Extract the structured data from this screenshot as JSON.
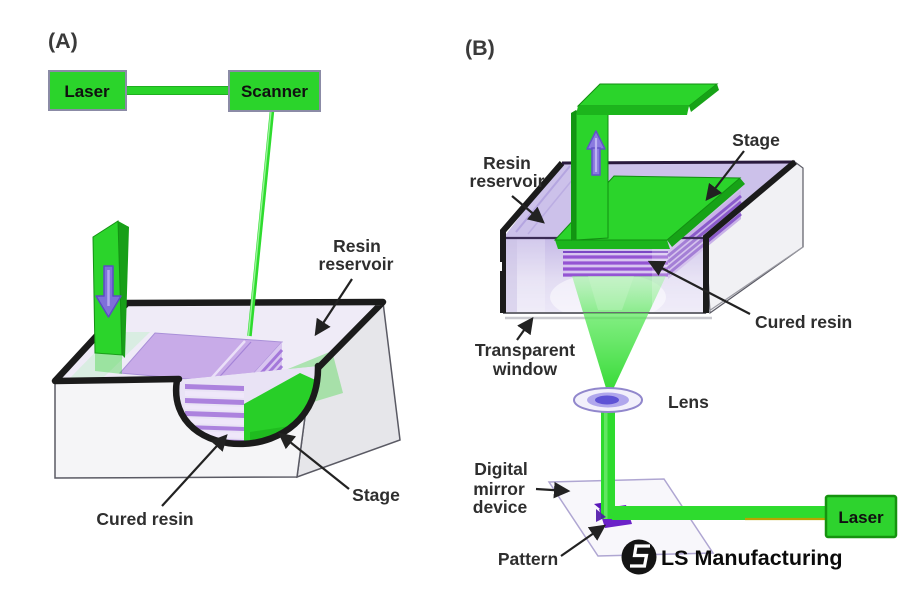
{
  "diagram": {
    "type": "illustration",
    "description": "Two stereolithography 3D printing configurations: (A) top-down laser scanning, (B) bottom-up DLP projection",
    "background": "#ffffff"
  },
  "panel_a": {
    "panel_label": "(A)",
    "laser_box": "Laser",
    "scanner_box": "Scanner",
    "labels": {
      "resin_reservoir_line1": "Resin",
      "resin_reservoir_line2": "reservoir",
      "cured_resin": "Cured resin",
      "stage": "Stage"
    }
  },
  "panel_b": {
    "panel_label": "(B)",
    "laser_box": "Laser",
    "labels": {
      "stage": "Stage",
      "resin_reservoir_line1": "Resin",
      "resin_reservoir_line2": "reservoir",
      "transparent_window_line1": "Transparent",
      "transparent_window_line2": "window",
      "cured_resin": "Cured resin",
      "lens": "Lens",
      "dmd_line1": "Digital",
      "dmd_line2": "mirror",
      "dmd_line3": "device",
      "pattern": "Pattern"
    }
  },
  "branding": {
    "logo_text": "LS Manufacturing"
  },
  "colors": {
    "machine_green": "#2bd42b",
    "beam_green": "#2edc2e",
    "cured_resin_purple": "#ac82de",
    "resin_lavender": "#ccc1ea",
    "arrow_purple": "#7e6fd9",
    "outline_black": "#1b1b1b",
    "label_text": "#2e2e2e",
    "logo_black": "#141414"
  }
}
